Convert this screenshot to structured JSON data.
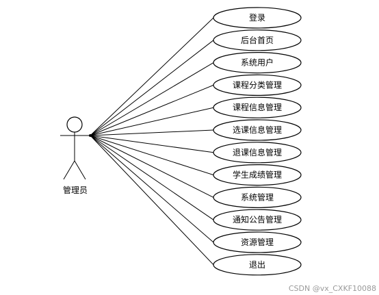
{
  "actor": {
    "label": "管理员"
  },
  "use_cases": [
    {
      "id": "login",
      "label": "登录"
    },
    {
      "id": "admin-home",
      "label": "后台首页"
    },
    {
      "id": "system-users",
      "label": "系统用户"
    },
    {
      "id": "course-category-mgmt",
      "label": "课程分类管理"
    },
    {
      "id": "course-info-mgmt",
      "label": "课程信息管理"
    },
    {
      "id": "course-selection-info-mgmt",
      "label": "选课信息管理"
    },
    {
      "id": "course-withdrawal-info-mgmt",
      "label": "退课信息管理"
    },
    {
      "id": "student-grades-mgmt",
      "label": "学生成绩管理"
    },
    {
      "id": "system-mgmt",
      "label": "系统管理"
    },
    {
      "id": "announcement-mgmt",
      "label": "通知公告管理"
    },
    {
      "id": "resource-mgmt",
      "label": "资源管理"
    },
    {
      "id": "logout",
      "label": "退出"
    }
  ],
  "watermark": "CSDN @vx_CXKF10088"
}
